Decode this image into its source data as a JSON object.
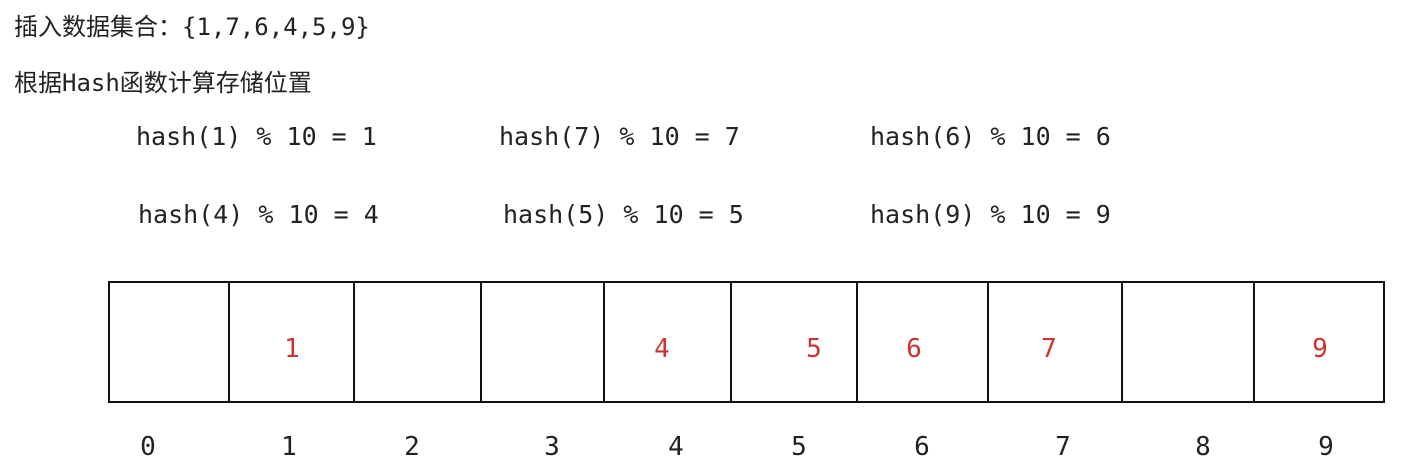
{
  "header": {
    "insert_label": "插入数据集合：",
    "insert_set": "{1,7,6,4,5,9}",
    "step_prefix": "根据",
    "step_hash_word": "Hash",
    "step_suffix": "函数计算存储位置"
  },
  "formulas": {
    "f1": "hash(1) % 10 = 1",
    "f7": "hash(7) % 10 = 7",
    "f6": "hash(6) % 10 = 6",
    "f4": "hash(4) % 10 = 4",
    "f5": "hash(5) % 10 = 5",
    "f9": "hash(9) % 10 = 9"
  },
  "table": {
    "slots": [
      "",
      "1",
      "",
      "",
      "4",
      "5",
      "6",
      "7",
      "",
      "9"
    ],
    "indices": [
      "0",
      "1",
      "2",
      "3",
      "4",
      "5",
      "6",
      "7",
      "8",
      "9"
    ]
  },
  "colors": {
    "stored_value": "#cc3333",
    "border": "#111111",
    "text": "#222222"
  }
}
